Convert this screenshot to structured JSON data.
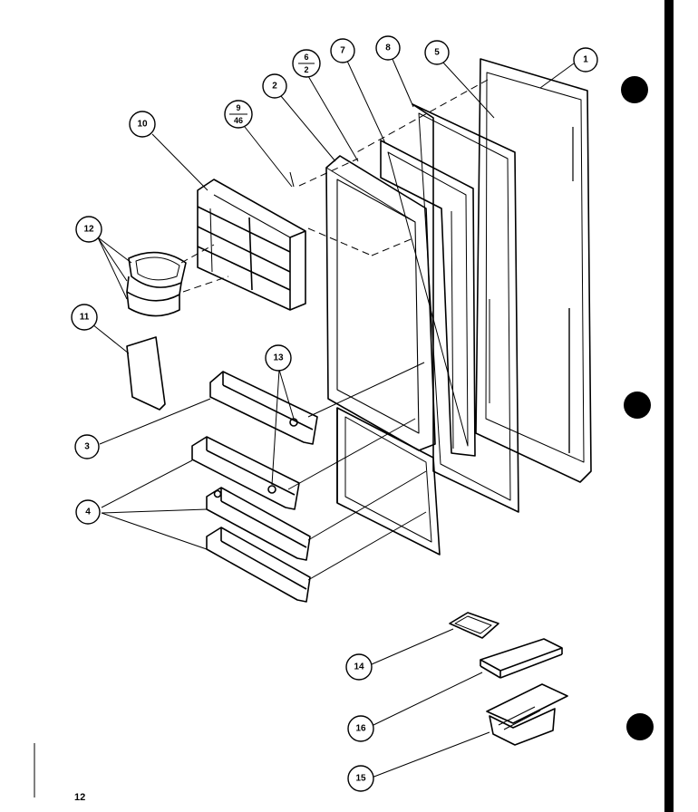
{
  "page_number": "12",
  "callouts": [
    {
      "id": "c1",
      "label": "1"
    },
    {
      "id": "c5",
      "label": "5"
    },
    {
      "id": "c8",
      "label": "8"
    },
    {
      "id": "c7",
      "label": "7"
    },
    {
      "id": "c62",
      "label": "6",
      "sub": "2"
    },
    {
      "id": "c2",
      "label": "2"
    },
    {
      "id": "c946",
      "label": "9",
      "sub": "46"
    },
    {
      "id": "c10",
      "label": "10"
    },
    {
      "id": "c12",
      "label": "12"
    },
    {
      "id": "c11",
      "label": "11"
    },
    {
      "id": "c13",
      "label": "13"
    },
    {
      "id": "c3",
      "label": "3"
    },
    {
      "id": "c4",
      "label": "4"
    },
    {
      "id": "c14",
      "label": "14"
    },
    {
      "id": "c16",
      "label": "16"
    },
    {
      "id": "c15",
      "label": "15"
    }
  ],
  "colors": {
    "ink": "#000000",
    "paper": "#ffffff"
  }
}
